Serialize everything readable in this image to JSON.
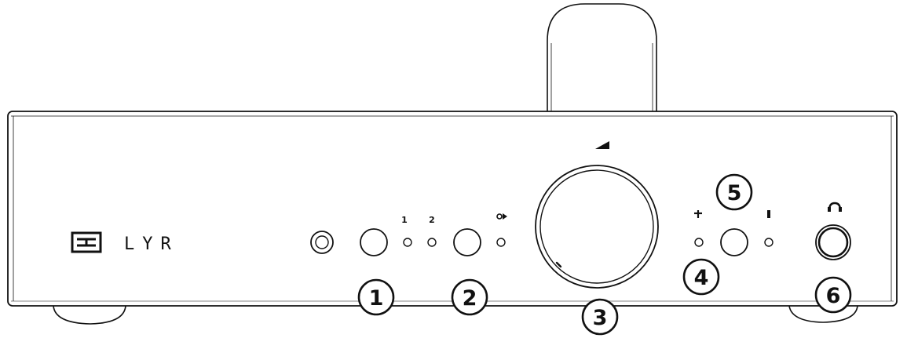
{
  "brand": {
    "name": "LYR",
    "logo": "schiit-logo-icon"
  },
  "controls": {
    "headphone_preamp_input": {
      "icon": "jack-icon"
    },
    "input_select_button": {
      "icon": "button-icon"
    },
    "input_leds": [
      {
        "label": "1"
      },
      {
        "label": "2"
      }
    ],
    "output_select_button": {
      "icon": "button-icon"
    },
    "output_led": {
      "icon": "output-arrow-icon"
    },
    "volume_knob": {
      "icon": "volume-wedge-icon"
    },
    "gain_leds": [
      {
        "icon": "plus-icon"
      },
      {
        "icon": "bar-icon"
      }
    ],
    "gain_button": {
      "icon": "button-icon"
    },
    "headphone_jack": {
      "icon": "headphones-icon"
    }
  },
  "callouts": [
    "1",
    "2",
    "3",
    "4",
    "5",
    "6"
  ],
  "colors": {
    "line": "#111111",
    "background": "#ffffff"
  }
}
